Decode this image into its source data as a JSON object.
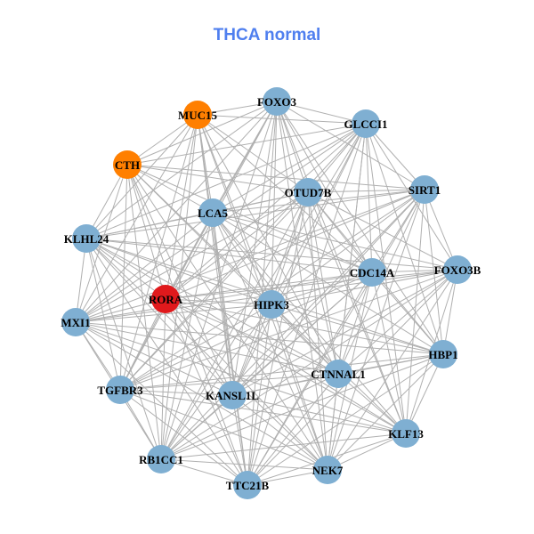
{
  "title": "THCA normal",
  "colors": {
    "default": "#7fafd2",
    "orange": "#ff7f00",
    "red": "#e0191c",
    "edge": "#b0b0b0"
  },
  "nodes": [
    {
      "id": "FOXO3",
      "color": "default"
    },
    {
      "id": "MUC15",
      "color": "orange"
    },
    {
      "id": "GLCCI1",
      "color": "default"
    },
    {
      "id": "CTH",
      "color": "orange"
    },
    {
      "id": "SIRT1",
      "color": "default"
    },
    {
      "id": "OTUD7B",
      "color": "default"
    },
    {
      "id": "LCA5",
      "color": "default"
    },
    {
      "id": "KLHL24",
      "color": "default"
    },
    {
      "id": "FOXO3B",
      "color": "default"
    },
    {
      "id": "CDC14A",
      "color": "default"
    },
    {
      "id": "RORA",
      "color": "red"
    },
    {
      "id": "HIPK3",
      "color": "default"
    },
    {
      "id": "MXI1",
      "color": "default"
    },
    {
      "id": "HBP1",
      "color": "default"
    },
    {
      "id": "CTNNAL1",
      "color": "default"
    },
    {
      "id": "TGFBR3",
      "color": "default"
    },
    {
      "id": "KANSL1L",
      "color": "default"
    },
    {
      "id": "KLF13",
      "color": "default"
    },
    {
      "id": "RB1CC1",
      "color": "default"
    },
    {
      "id": "NEK7",
      "color": "default"
    },
    {
      "id": "TTC21B",
      "color": "default"
    }
  ],
  "adjacency": [
    [
      1,
      2,
      3,
      4,
      5,
      6,
      7,
      9,
      10,
      11,
      12,
      13,
      14,
      15,
      16,
      17,
      18,
      19,
      20
    ],
    [
      2,
      3,
      5,
      6,
      7,
      9,
      10,
      11,
      12,
      14,
      15,
      16,
      18,
      19,
      20
    ],
    [
      3,
      4,
      5,
      6,
      7,
      8,
      9,
      10,
      11,
      12,
      13,
      14,
      15,
      16,
      17,
      18,
      19,
      20
    ],
    [
      4,
      5,
      6,
      7,
      9,
      10,
      11,
      12,
      14,
      15,
      16,
      18,
      19,
      20
    ],
    [
      5,
      6,
      7,
      8,
      9,
      10,
      11,
      12,
      13,
      14,
      15,
      16,
      17,
      18,
      19,
      20
    ],
    [
      6,
      7,
      8,
      9,
      10,
      11,
      12,
      13,
      14,
      15,
      16,
      17,
      18,
      19,
      20
    ],
    [
      7,
      8,
      9,
      10,
      11,
      12,
      13,
      14,
      15,
      16,
      17,
      18,
      19,
      20
    ],
    [
      8,
      9,
      10,
      11,
      12,
      13,
      14,
      15,
      16,
      17,
      18,
      19,
      20
    ],
    [
      9,
      10,
      11,
      12,
      13,
      14,
      15,
      16,
      17,
      18,
      19,
      20
    ],
    [
      10,
      11,
      12,
      13,
      14,
      15,
      16,
      17,
      18,
      19,
      20
    ],
    [
      11,
      12,
      13,
      14,
      15,
      16,
      17,
      18,
      19,
      20
    ],
    [
      12,
      13,
      14,
      15,
      16,
      17,
      18,
      19,
      20
    ],
    [
      13,
      14,
      15,
      16,
      17,
      18,
      19,
      20
    ],
    [
      14,
      15,
      16,
      17,
      18,
      19,
      20
    ],
    [
      15,
      16,
      17,
      18,
      19,
      20
    ],
    [
      16,
      17,
      18,
      19,
      20
    ],
    [
      17,
      18,
      19,
      20
    ],
    [
      18,
      19,
      20
    ],
    [
      19,
      20
    ],
    [
      20
    ],
    []
  ]
}
